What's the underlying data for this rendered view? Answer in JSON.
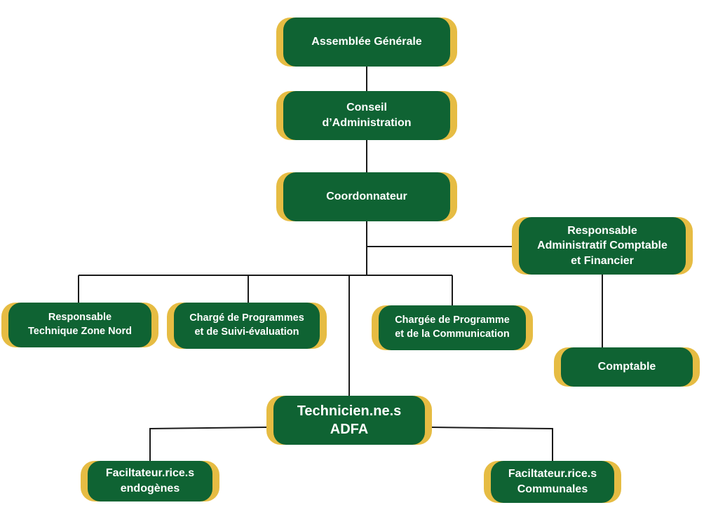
{
  "org_chart": {
    "nodes": {
      "assemblee_generale": "Assemblée Générale",
      "conseil_administration": "Conseil\nd’Administration",
      "coordonnateur": "Coordonnateur",
      "responsable_administratif": "Responsable\nAdministratif Comptable\net Financier",
      "responsable_technique": "Responsable\nTechnique Zone Nord",
      "charge_programmes_suivi": "Chargé de Programmes\net de Suivi-évaluation",
      "chargee_programme_communication": "Chargée de Programme\net de la Communication",
      "comptable": "Comptable",
      "techniciens": "Technicien.ne.s\nADFA",
      "facilitateurs_endogenes": "Faciltateur.rice.s\nendogènes",
      "facilitateurs_communales": "Faciltateur.rice.s\nCommunales"
    },
    "colors": {
      "box_fill": "#0f6333",
      "box_accent": "#e6bc43",
      "text": "#ffffff",
      "line": "#1a1a1a"
    }
  }
}
